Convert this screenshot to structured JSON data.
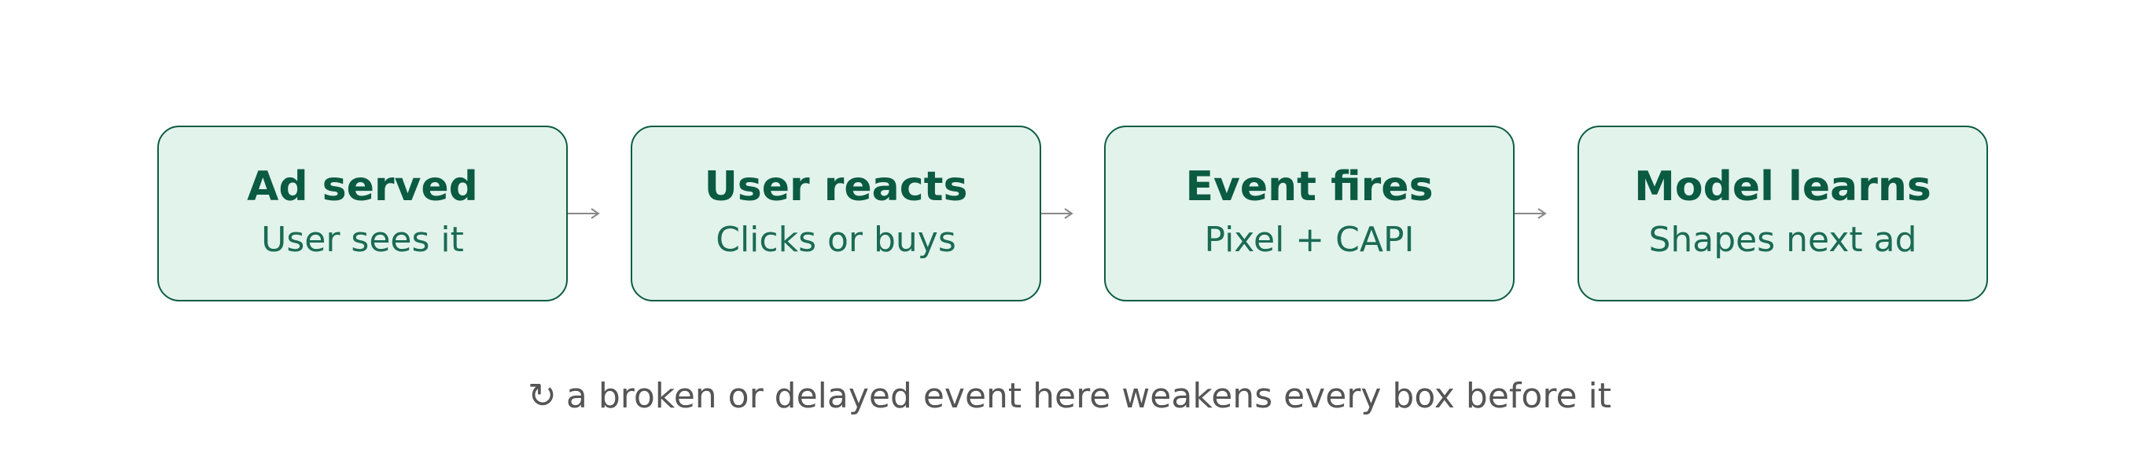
{
  "steps": [
    {
      "title": "Ad served",
      "subtitle": "User sees it"
    },
    {
      "title": "User reacts",
      "subtitle": "Clicks or buys"
    },
    {
      "title": "Event fires",
      "subtitle": "Pixel + CAPI"
    },
    {
      "title": "Model learns",
      "subtitle": "Shapes next ad"
    }
  ],
  "caption": {
    "icon": "refresh-cycle-icon",
    "icon_glyph": "↻",
    "text": "a broken or delayed event here weakens every box before it"
  },
  "colors": {
    "box_fill": "#e2f3ec",
    "box_border": "#0e5c45",
    "title_text": "#0b5a42",
    "subtitle_text": "#1b6b54",
    "arrow": "#888888",
    "caption_text": "#555555"
  }
}
